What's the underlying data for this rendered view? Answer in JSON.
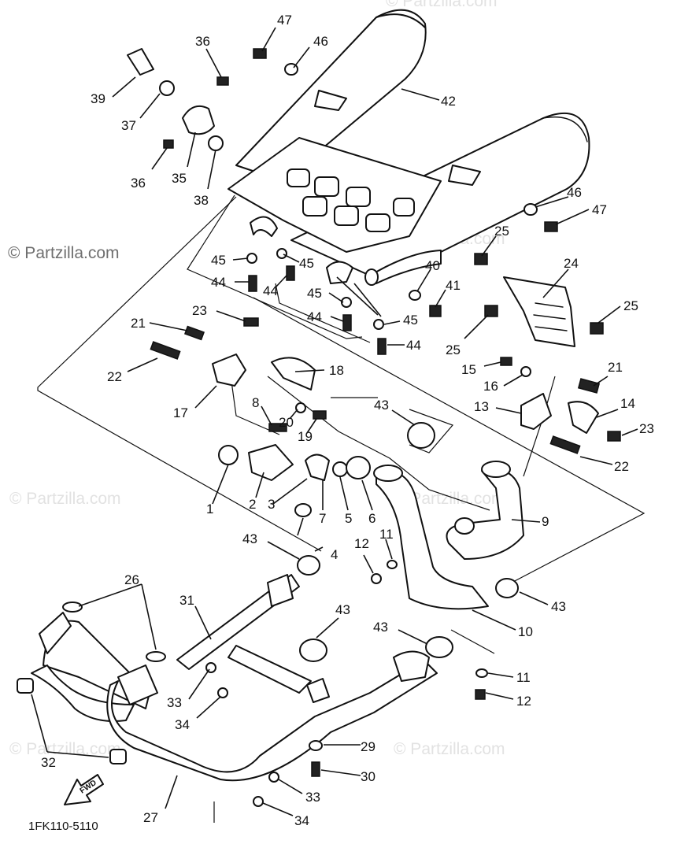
{
  "watermark": {
    "text": "© Partzilla.com",
    "ghost_text": "© Partzilla.com"
  },
  "diagram_code": "1FK110-5110",
  "forward_arrow_label": "FWD",
  "callouts": {
    "c1": "1",
    "c2": "2",
    "c3": "3",
    "c4": "4",
    "c5": "5",
    "c6": "6",
    "c7": "7",
    "c8": "8",
    "c9": "9",
    "c10": "10",
    "c11a": "11",
    "c11b": "11",
    "c12a": "12",
    "c12b": "12",
    "c13": "13",
    "c14": "14",
    "c15": "15",
    "c16": "16",
    "c17": "17",
    "c18": "18",
    "c19": "19",
    "c20": "20",
    "c21a": "21",
    "c21b": "21",
    "c22a": "22",
    "c22b": "22",
    "c23a": "23",
    "c23b": "23",
    "c24": "24",
    "c25a": "25",
    "c25b": "25",
    "c25c": "25",
    "c26": "26",
    "c27": "27",
    "c29": "29",
    "c30": "30",
    "c31": "31",
    "c32": "32",
    "c33a": "33",
    "c33b": "33",
    "c34a": "34",
    "c34b": "34",
    "c35": "35",
    "c36a": "36",
    "c36b": "36",
    "c37": "37",
    "c38": "38",
    "c39": "39",
    "c40": "40",
    "c41": "41",
    "c42": "42",
    "c43a": "43",
    "c43b": "43",
    "c43c": "43",
    "c43d": "43",
    "c43e": "43",
    "c44a": "44",
    "c44b": "44",
    "c44c": "44",
    "c44d": "44",
    "c45a": "45",
    "c45b": "45",
    "c45c": "45",
    "c45d": "45",
    "c46a": "46",
    "c46b": "46",
    "c47a": "47",
    "c47b": "47"
  },
  "colors": {
    "ink": "#111111",
    "watermark": "#6f6f6f",
    "background": "#ffffff"
  }
}
